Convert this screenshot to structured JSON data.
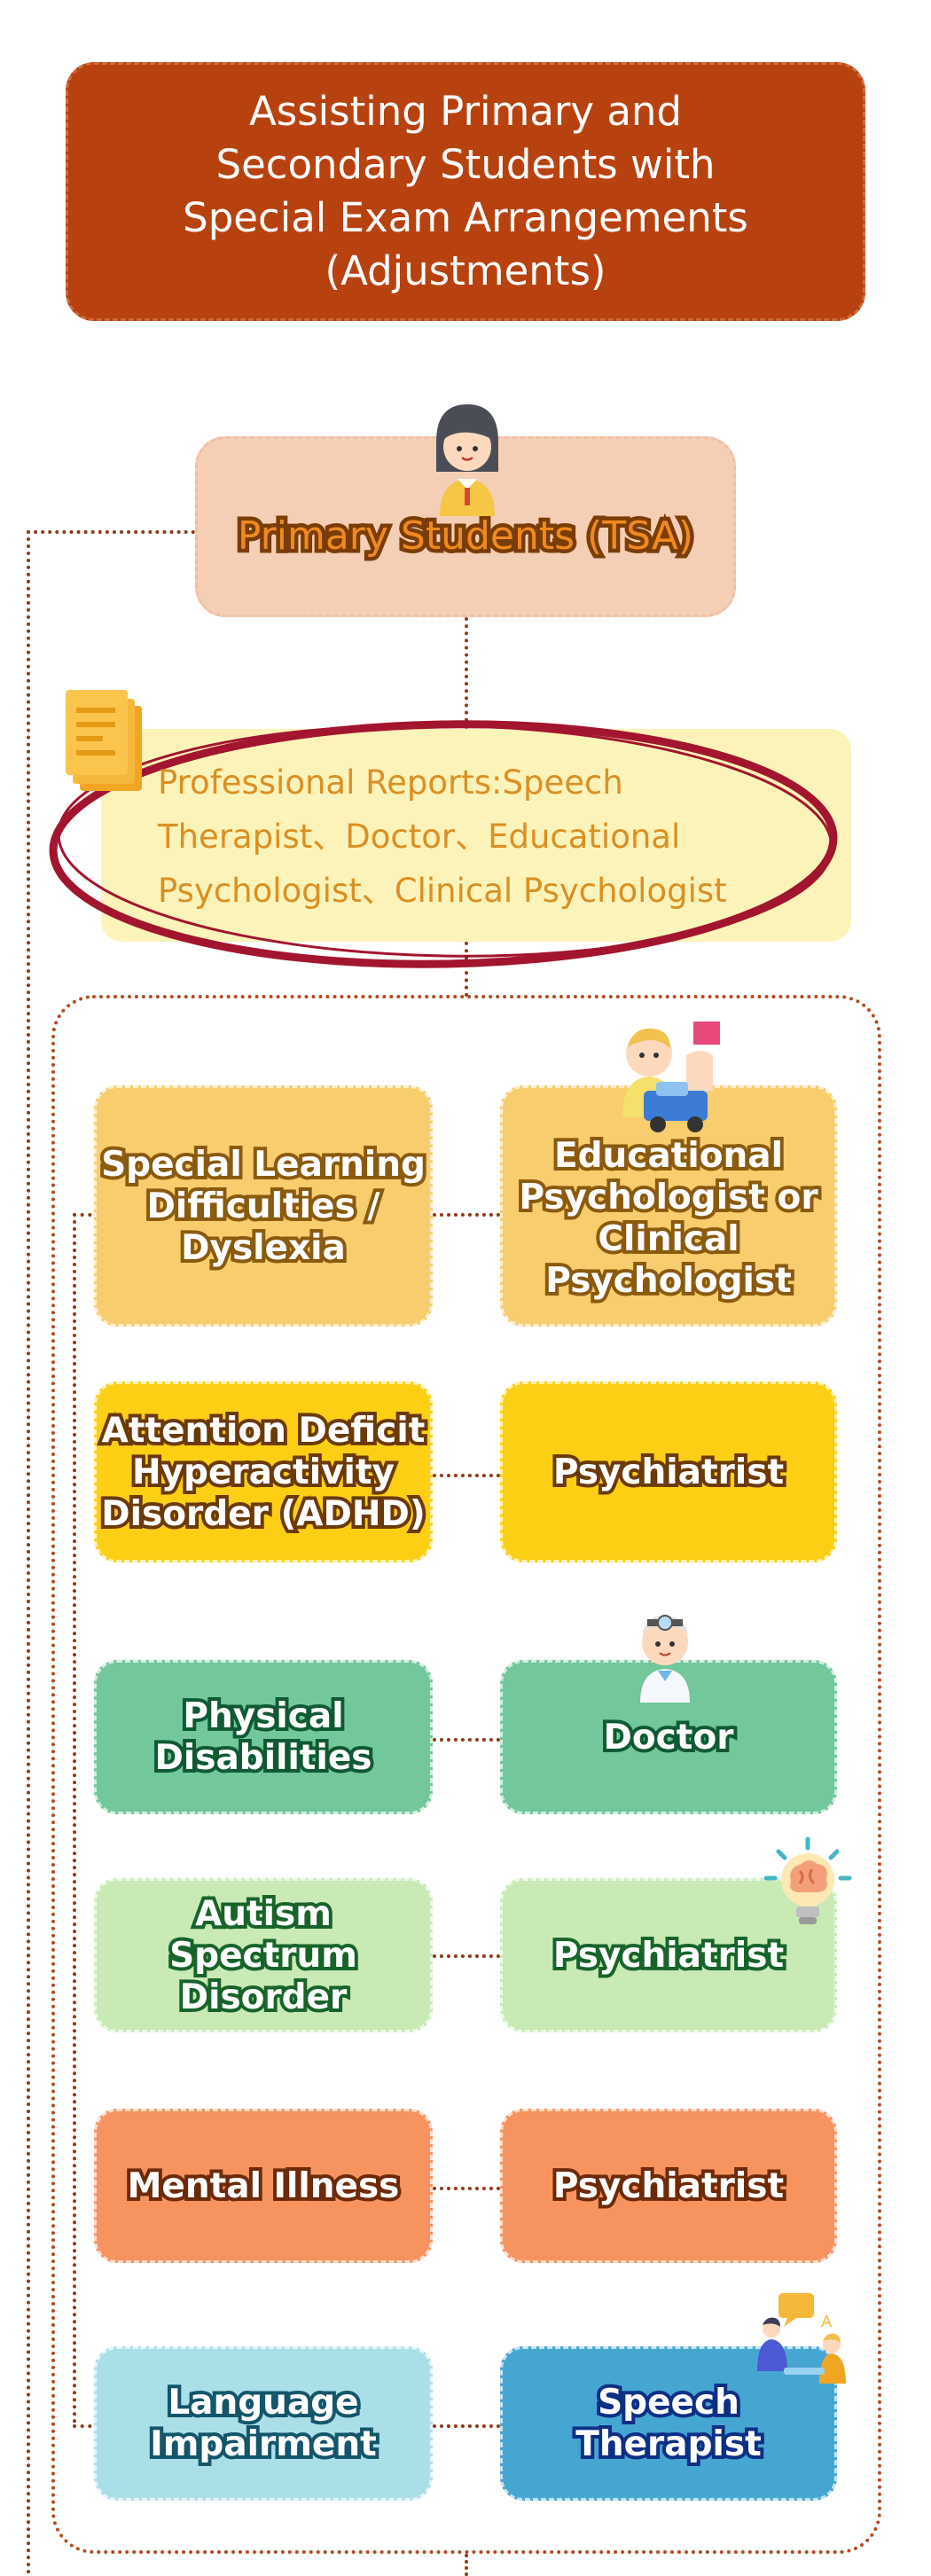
{
  "title": "Assisting Primary and\nSecondary Students with\nSpecial Exam Arrangements\n(Adjustments)",
  "primary": {
    "label": "Primary Students (TSA)"
  },
  "reports": {
    "text": "Professional Reports:Speech\nTherapist、Doctor、Educational\nPsychologist、Clinical Psychologist"
  },
  "rows": [
    {
      "condition": "Special Learning\nDifficulties /\nDyslexia",
      "professional": "Educational\nPsychologist or\nClinical\nPsychologist"
    },
    {
      "condition": "Attention Deficit\nHyperactivity\nDisorder (ADHD)",
      "professional": "Psychiatrist"
    },
    {
      "condition": "Physical\nDisabilities",
      "professional": "Doctor"
    },
    {
      "condition": "Autism Spectrum\nDisorder",
      "professional": "Psychiatrist"
    },
    {
      "condition": "Mental Illness",
      "professional": "Psychiatrist"
    },
    {
      "condition": "Language\nImpairment",
      "professional": "Speech\nTherapist"
    }
  ],
  "colors": {
    "title_bg": "#b8420f",
    "row1": "#f7cd6e",
    "row2": "#fdcf14",
    "row3": "#72c79b",
    "row4": "#c9eab5",
    "row5": "#f7935f",
    "row6_left": "#abdfe8",
    "row6_right": "#46a6d2"
  },
  "icons": [
    "student-girl-icon",
    "document-stack-icon",
    "baby-toy-icon",
    "doctor-icon",
    "brain-bulb-icon",
    "speech-therapy-icon"
  ]
}
